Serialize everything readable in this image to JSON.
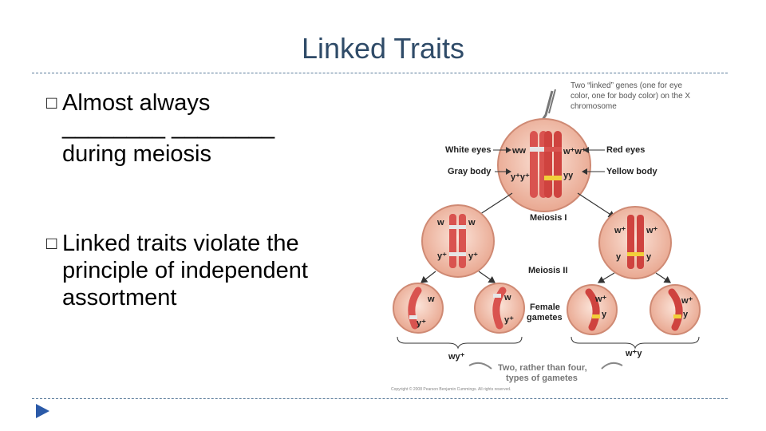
{
  "slide": {
    "title": "Linked Traits",
    "bullets": [
      {
        "mark": "□",
        "lines": [
          "Almost always",
          "________ ________",
          "during meiosis"
        ]
      },
      {
        "mark": "□",
        "lines": [
          "Linked traits violate the",
          "principle of independent",
          "assortment"
        ]
      }
    ]
  },
  "figure": {
    "caption_lines": [
      "Two “linked” genes (one for eye",
      "color, one for body color) on the X",
      "chromosome"
    ],
    "labels": {
      "white_eyes": "White eyes",
      "red_eyes": "Red eyes",
      "gray_body": "Gray body",
      "yellow_body": "Yellow body",
      "meiosis1": "Meiosis I",
      "meiosis2": "Meiosis II",
      "female_gametes_lines": [
        "Female",
        "gametes"
      ],
      "two_rather_lines": [
        "Two, rather than four,",
        "types of gametes"
      ],
      "copyright": "Copyright © 2008 Pearson Benjamin Cummings. All rights reserved."
    },
    "alleles": {
      "ww": "ww",
      "wplus_wplus": "w⁺w⁺",
      "yplus_yplus": "y⁺y⁺",
      "yy": "yy",
      "w": "w",
      "wplus": "w⁺",
      "yplus": "y⁺",
      "y": "y",
      "wyplus": "wy⁺",
      "wplus_y": "w⁺y"
    },
    "colors": {
      "cell": "#f2c6b4",
      "cell_edge": "#d08670",
      "chromosome": "#d9534f",
      "gene_white": "#e6e6e6",
      "gene_yellow": "#f2d03a",
      "label_text": "#1f1f1f",
      "arrow": "#333333"
    }
  },
  "icons": {
    "corner": "play-triangle-icon"
  }
}
